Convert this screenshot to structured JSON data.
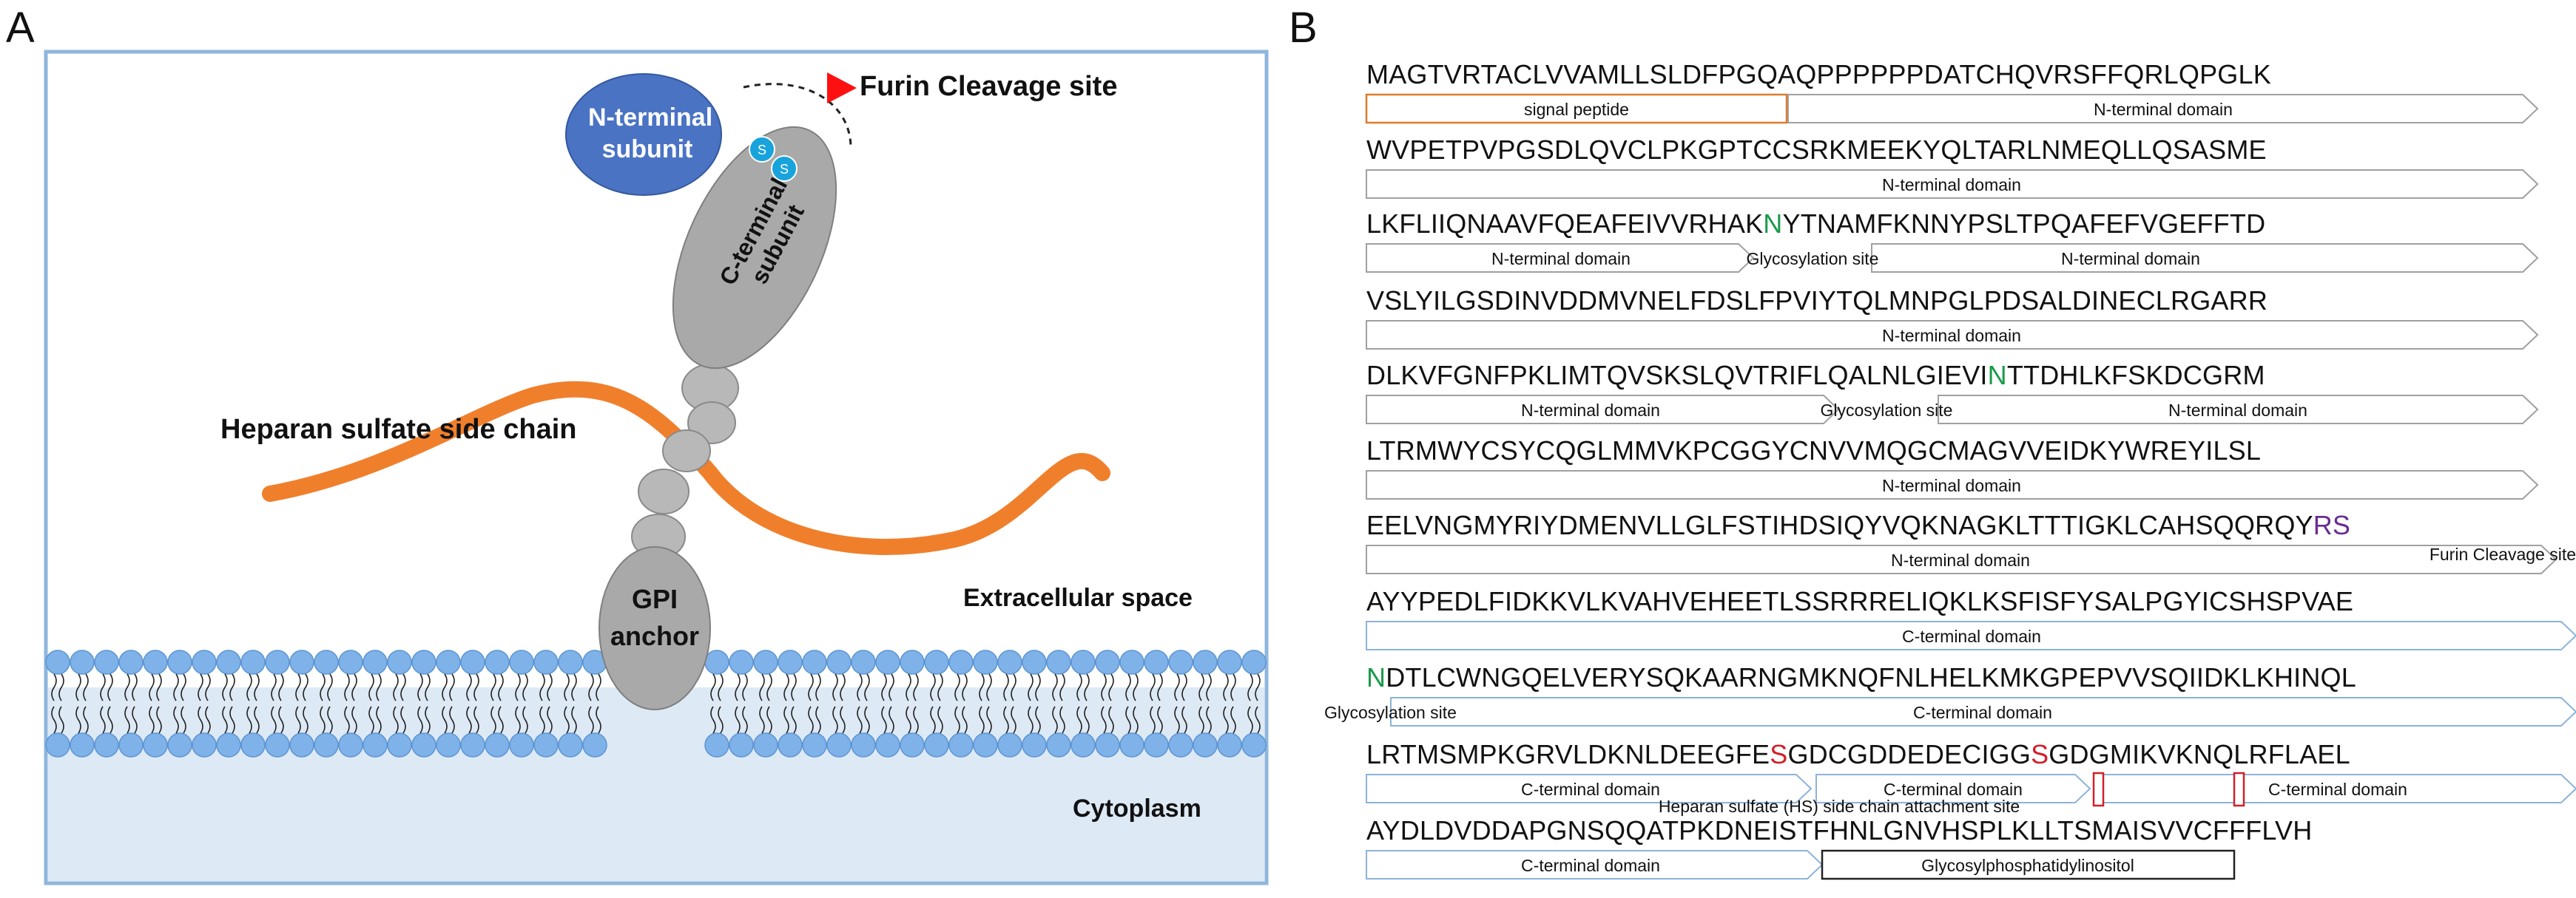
{
  "panel_a": {
    "letter": "A",
    "labels": {
      "n_terminal": [
        "N-terminal",
        "subunit"
      ],
      "c_terminal": [
        "C-terminal",
        "subunit"
      ],
      "furin": "Furin Cleavage site",
      "heparan": "Heparan sulfate side chain",
      "gpi": [
        "GPI",
        "anchor"
      ],
      "extracellular": "Extracellular space",
      "cytoplasm": "Cytoplasm",
      "disulfide": "S"
    },
    "colors": {
      "n_subunit": "#4a73c4",
      "c_subunit": "#a9a9a9",
      "heparan": "#f07f2c",
      "membrane_head": "#7fb2e8",
      "disulfide": "#18a3dc",
      "furin_marker": "#ff1010",
      "cytoplasm_bg": "#dde9f5",
      "frame": "#8fb6dc"
    }
  },
  "panel_b": {
    "letter": "B",
    "colors": {
      "glycosylation": "#1a9a4a",
      "hs_site": "#d0202a",
      "furin_site": "#6a2c91",
      "signal_box": "#e07b2a",
      "n_arrow": "#a0a0a0",
      "c_arrow": "#8db3d9",
      "gpi_box": "#222222"
    },
    "lines": [
      {
        "seq": [
          [
            "MAGTVRTACLVVAMLLSLDFPGQAQPPPPPPDATCHQVRSFFQRLQPGLK",
            ""
          ]
        ],
        "annotations": [
          {
            "text": "signal peptide",
            "type": "signal"
          },
          {
            "text": "N-terminal domain",
            "type": "n"
          }
        ]
      },
      {
        "seq": [
          [
            "WVPETPVPGSDLQVCLPKGPTCCSRKMEEKYQLTARLNMEQLLQSASME",
            ""
          ]
        ],
        "annotations": [
          {
            "text": "N-terminal domain",
            "type": "n"
          }
        ]
      },
      {
        "seq": [
          [
            "LKFLIIQNAAVFQEAFEIVVRHAK",
            ""
          ],
          [
            "N",
            "g"
          ],
          [
            "YTNAMFKNNYPSLTPQAFEFVGEFFTD",
            ""
          ]
        ],
        "annotations": [
          {
            "text": "N-terminal domain",
            "type": "n"
          },
          {
            "text": "Glycosylation site",
            "type": "site"
          },
          {
            "text": "N-terminal domain",
            "type": "n"
          }
        ]
      },
      {
        "seq": [
          [
            "VSLYILGSDINVDDMVNELFDSLFPVIYTQLMNPGLPDSALDINECLRGARR",
            ""
          ]
        ],
        "annotations": [
          {
            "text": "N-terminal domain",
            "type": "n"
          }
        ]
      },
      {
        "seq": [
          [
            "DLKVFGNFPKLIMTQVSKSLQVTRIFLQALNLGIEVI",
            ""
          ],
          [
            "N",
            "g"
          ],
          [
            "TTDHLKFSKDCGRM",
            ""
          ]
        ],
        "annotations": [
          {
            "text": "N-terminal domain",
            "type": "n"
          },
          {
            "text": "Glycosylation site",
            "type": "site"
          },
          {
            "text": "N-terminal domain",
            "type": "n"
          }
        ]
      },
      {
        "seq": [
          [
            "LTRMWYCSYCQGLMMVKPCGGYCNVVMQGCMAGVVEIDKYWREYILSL",
            ""
          ]
        ],
        "annotations": [
          {
            "text": "N-terminal domain",
            "type": "n"
          }
        ]
      },
      {
        "seq": [
          [
            "EELVNGMYRIYDMENVLLGLFSTIHDSIQYVQKNAGKLTTTIGKLCAHSQQRQY",
            ""
          ],
          [
            "RS",
            "p"
          ]
        ],
        "annotations": [
          {
            "text": "N-terminal domain",
            "type": "n"
          },
          {
            "text": "Furin Cleavage site",
            "type": "site"
          }
        ]
      },
      {
        "seq": [
          [
            "AYYPEDLFIDKKVLKVAHVEHEETLSSRRRELIQKLKSFISFYSALPGYICSHSPVAE",
            ""
          ]
        ],
        "annotations": [
          {
            "text": "C-terminal domain",
            "type": "c"
          }
        ]
      },
      {
        "seq": [
          [
            "N",
            "g"
          ],
          [
            "DTLCWNGQELVERYSQKAARNGMKNQFNLHELKMKGPEPVVSQIIDKLKHINQL",
            ""
          ]
        ],
        "annotations": [
          {
            "text": "Glycosylation site",
            "type": "site"
          },
          {
            "text": "C-terminal domain",
            "type": "c"
          }
        ]
      },
      {
        "seq": [
          [
            "LRTMSMPKGRVLDKNLDEEGFE",
            ""
          ],
          [
            "S",
            "r"
          ],
          [
            "GDCGDDEDECIGG",
            ""
          ],
          [
            "S",
            "r"
          ],
          [
            "GDGMIKVKNQLRFLAEL",
            ""
          ]
        ],
        "annotations": [
          {
            "text": "C-terminal domain",
            "type": "c"
          },
          {
            "text": "C-terminal domain",
            "type": "c"
          },
          {
            "text": "C-terminal domain",
            "type": "c"
          },
          {
            "text": "Heparan sulfate (HS) side chain attachment site",
            "type": "site"
          }
        ]
      },
      {
        "seq": [
          [
            "AYDLDVDDAPGNSQQATPKDNEISTFHNLGNVHSPLKLLTSMAISVVCFFFLVH",
            ""
          ]
        ],
        "annotations": [
          {
            "text": "C-terminal domain",
            "type": "c"
          },
          {
            "text": "Glycosylphosphatidylinositol",
            "type": "gpi"
          }
        ]
      }
    ]
  }
}
